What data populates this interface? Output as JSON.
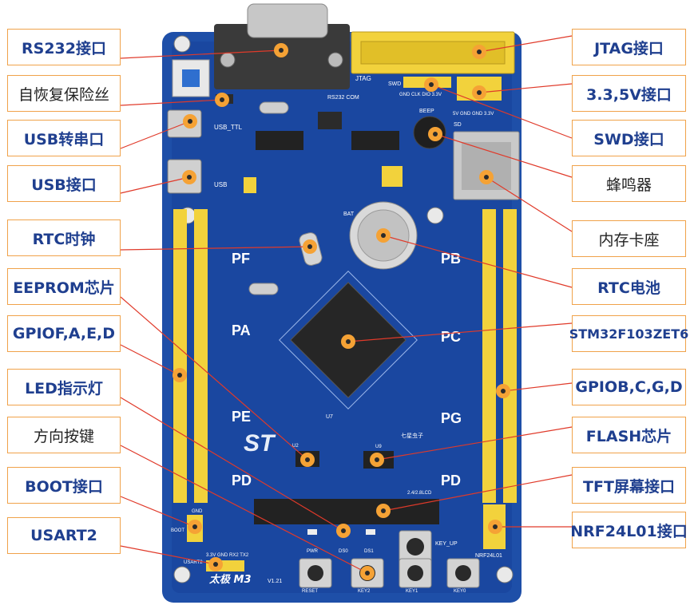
{
  "left_labels": [
    {
      "text": "RS232接口"
    },
    {
      "text": "自恢复保险丝"
    },
    {
      "text": "USB转串口"
    },
    {
      "text": "USB接口"
    },
    {
      "text": "RTC时钟"
    },
    {
      "text": "EEPROM芯片"
    },
    {
      "text": "GPIOF,A,E,D"
    },
    {
      "text": "LED指示灯"
    },
    {
      "text": "方向按键"
    },
    {
      "text": "BOOT接口"
    },
    {
      "text": "USART2"
    }
  ],
  "right_labels": [
    {
      "text": "JTAG接口"
    },
    {
      "text": "3.3,5V接口"
    },
    {
      "text": "SWD接口"
    },
    {
      "text": "蜂鸣器"
    },
    {
      "text": "内存卡座"
    },
    {
      "text": "RTC电池"
    },
    {
      "text": "STM32F103ZET6"
    },
    {
      "text": "GPIOB,C,G,D"
    },
    {
      "text": "FLASH芯片"
    },
    {
      "text": "TFT屏幕接口"
    },
    {
      "text": "NRF24L01接口"
    }
  ],
  "board": {
    "port_pf": "PF",
    "port_pa": "PA",
    "port_pe": "PE",
    "port_pd": "PD",
    "port_pb": "PB",
    "port_pc": "PC",
    "port_pg": "PG",
    "port_pd_right": "PD",
    "board_name": "太极 M3",
    "version": "V1.21",
    "jtag": "JTAG",
    "swd": "SWD",
    "swd_pins": "GND CLK DIO 3.3V",
    "rs232_com": "RS232 COM",
    "usb_ttl": "USB_TTL",
    "usb": "USB",
    "beep": "BEEP",
    "sd": "SD",
    "bat": "BAT",
    "lcd": "2.4/2.8LCD",
    "boot": "BOOT",
    "gnd": "GND",
    "usart2": "USART2",
    "usart2_pins": "3.3V GND RX2 TX2",
    "nrf": "NRF24L01",
    "key_up": "KEY_UP",
    "pwr": "PWR",
    "ds0": "DS0",
    "ds1": "DS1",
    "reset": "RESET",
    "key2": "KEY2",
    "key1": "KEY1",
    "key0": "KEY0",
    "power_pins": "5V GND GND 3.3V",
    "brand": "七星虫子",
    "st_logo": "ST",
    "mcu_mark": "U7",
    "flash_mark": "U9",
    "eeprom_mark": "U2"
  },
  "colors": {
    "board": "#1e4fa8",
    "board_dark": "#163d86",
    "header_yellow": "#f2d23c",
    "callout_border": "#f0a24a",
    "label_text": "#1f3f8f",
    "marker": "#f5a235"
  }
}
